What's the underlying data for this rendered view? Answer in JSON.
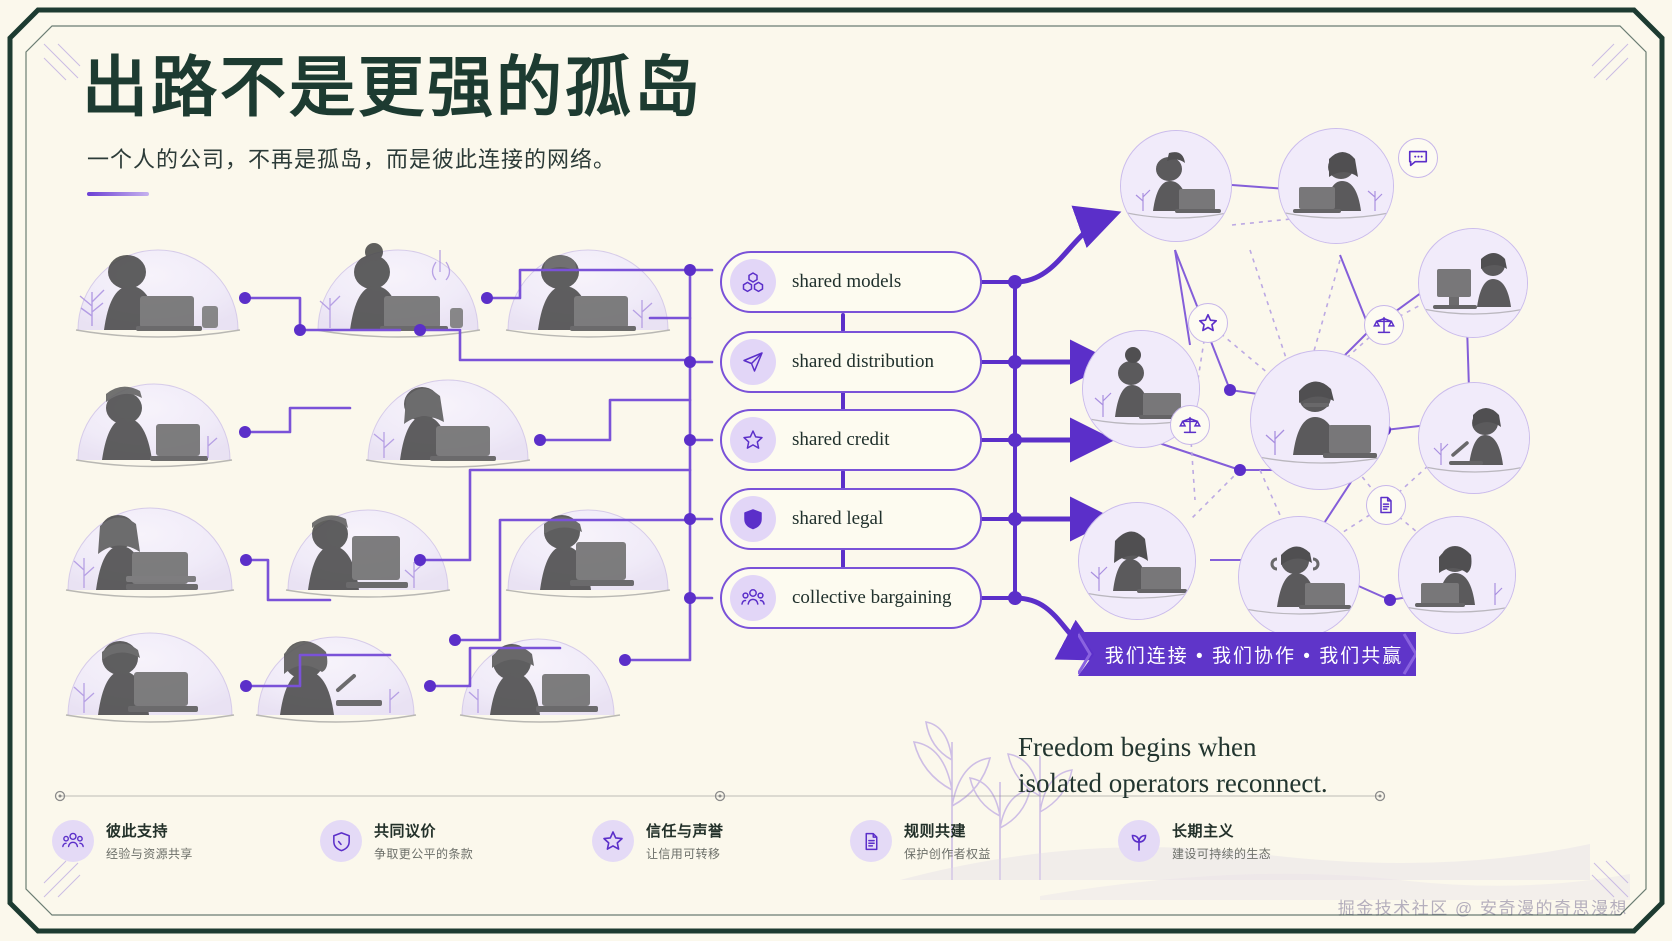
{
  "theme": {
    "bg": "#fbf8ec",
    "frame": "#1d3b31",
    "accent": "#5b2fc9",
    "accent_soft": "#a98fe0",
    "ink": "#1d3b31",
    "banner_bg": "#5f35c9"
  },
  "header": {
    "title": "出路不是更强的孤岛",
    "subtitle": "一个人的公司，不再是孤岛，而是彼此连接的网络。"
  },
  "pills": [
    {
      "label": "shared models",
      "icon": "cubes-icon"
    },
    {
      "label": "shared distribution",
      "icon": "send-icon"
    },
    {
      "label": "shared credit",
      "icon": "star-icon"
    },
    {
      "label": "shared legal",
      "icon": "shield-icon"
    },
    {
      "label": "collective bargaining",
      "icon": "people-icon"
    }
  ],
  "banner": {
    "text": "我们连接  •  我们协作  •  我们共赢"
  },
  "tagline": {
    "line1": "Freedom begins when",
    "line2": "isolated operators reconnect."
  },
  "legend": [
    {
      "title": "彼此支持",
      "sub": "经验与资源共享",
      "icon": "people-icon"
    },
    {
      "title": "共同议价",
      "sub": "争取更公平的条款",
      "icon": "shield-icon"
    },
    {
      "title": "信任与声誉",
      "sub": "让信用可转移",
      "icon": "star-icon"
    },
    {
      "title": "规则共建",
      "sub": "保护创作者权益",
      "icon": "document-icon"
    },
    {
      "title": "长期主义",
      "sub": "建设可持续的生态",
      "icon": "leaf-icon"
    }
  ],
  "network_badges": [
    {
      "icon": "chat-icon"
    },
    {
      "icon": "star-icon"
    },
    {
      "icon": "scales-icon"
    },
    {
      "icon": "scales-icon"
    },
    {
      "icon": "document-icon"
    }
  ],
  "watermark": {
    "text": "掘金技术社区 @ 安奇漫的奇思漫想"
  }
}
